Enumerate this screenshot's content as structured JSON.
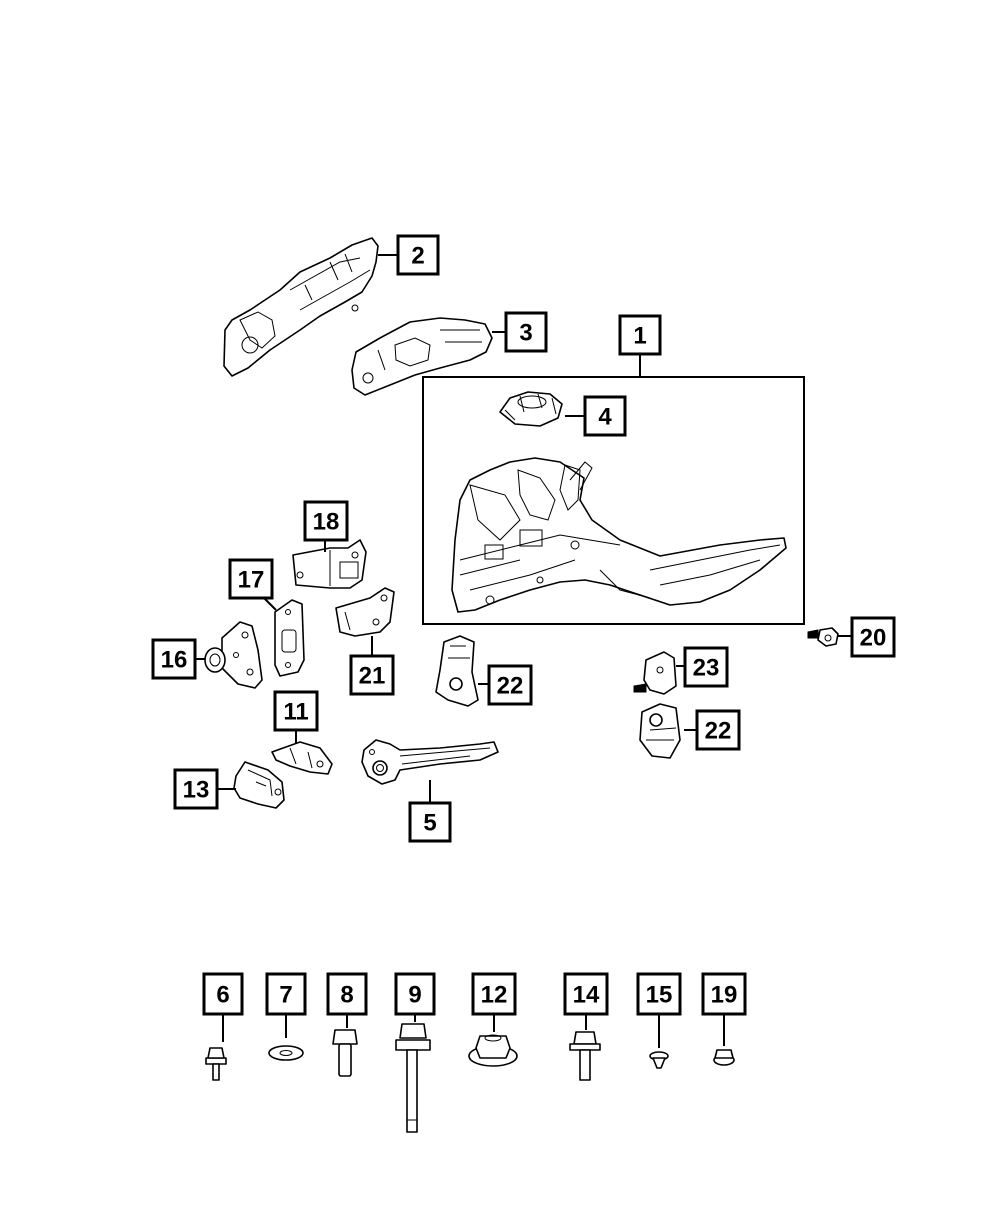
{
  "callouts": [
    {
      "id": "c2",
      "label": "2"
    },
    {
      "id": "c3",
      "label": "3"
    },
    {
      "id": "c1",
      "label": "1"
    },
    {
      "id": "c4",
      "label": "4"
    },
    {
      "id": "c18",
      "label": "18"
    },
    {
      "id": "c17",
      "label": "17"
    },
    {
      "id": "c16",
      "label": "16"
    },
    {
      "id": "c21",
      "label": "21"
    },
    {
      "id": "c22a",
      "label": "22"
    },
    {
      "id": "c20",
      "label": "20"
    },
    {
      "id": "c23",
      "label": "23"
    },
    {
      "id": "c22b",
      "label": "22"
    },
    {
      "id": "c11",
      "label": "11"
    },
    {
      "id": "c13",
      "label": "13"
    },
    {
      "id": "c5",
      "label": "5"
    },
    {
      "id": "c6",
      "label": "6"
    },
    {
      "id": "c7",
      "label": "7"
    },
    {
      "id": "c8",
      "label": "8"
    },
    {
      "id": "c9",
      "label": "9"
    },
    {
      "id": "c12",
      "label": "12"
    },
    {
      "id": "c14",
      "label": "14"
    },
    {
      "id": "c15",
      "label": "15"
    },
    {
      "id": "c19",
      "label": "19"
    }
  ]
}
